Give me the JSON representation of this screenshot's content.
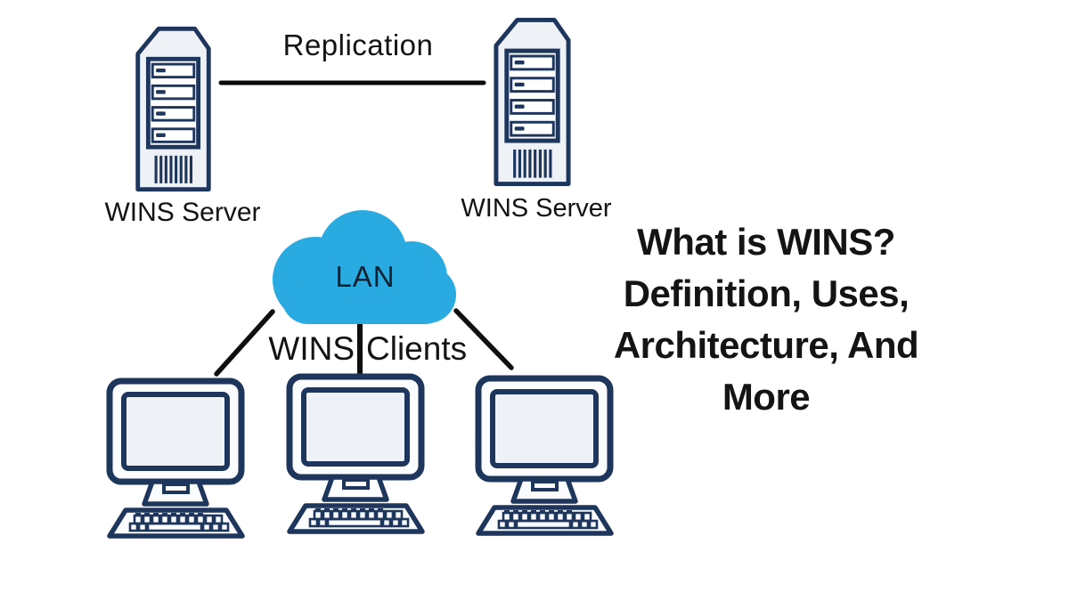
{
  "colors": {
    "background": "#ffffff",
    "icon_outline": "#1e355c",
    "icon_fill": "#eef1f6",
    "cloud_blue": "#29abe2",
    "connector_black": "#0a0a0a",
    "label_text": "#131313",
    "title_text": "#141414"
  },
  "icons": {
    "server": "server-rack-icon",
    "network": "lan-cloud-icon",
    "client": "desktop-computer-icon"
  },
  "diagram": {
    "replication_label": "Replication",
    "servers": [
      {
        "label": "WINS Server"
      },
      {
        "label": "WINS Server"
      }
    ],
    "cloud_label": "LAN",
    "clients_label": {
      "left": "WINS",
      "right": "Clients"
    }
  },
  "title": {
    "lines": [
      "What is WINS?",
      "Definition, Uses,",
      "Architecture, And",
      "More"
    ]
  }
}
